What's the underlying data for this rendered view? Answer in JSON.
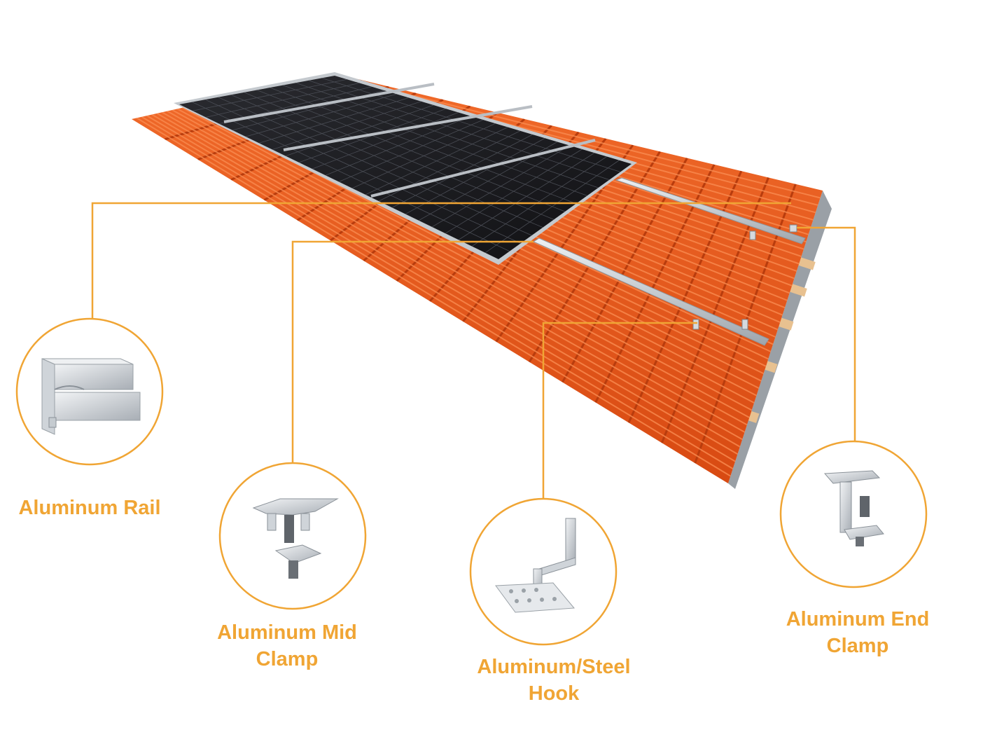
{
  "accent_color": "#f0a534",
  "colors": {
    "tile": "#e3541a",
    "tile_dark": "#b83c0d",
    "tile_light": "#f77a38",
    "panel": "#1c1c1f",
    "frame": "#b9bec4",
    "rail": "#c9ced3",
    "batten": "#e8c190",
    "felt": "#9aa0a6"
  },
  "components": [
    {
      "id": "rail",
      "lines": [
        "Aluminum Rail"
      ],
      "icon": "aluminum-rail-icon"
    },
    {
      "id": "mid-clamp",
      "lines": [
        "Aluminum Mid",
        "Clamp"
      ],
      "icon": "mid-clamp-icon"
    },
    {
      "id": "hook",
      "lines": [
        "Aluminum/Steel",
        "Hook"
      ],
      "icon": "roof-hook-icon"
    },
    {
      "id": "end-clamp",
      "lines": [
        "Aluminum End",
        "Clamp"
      ],
      "icon": "end-clamp-icon"
    }
  ]
}
